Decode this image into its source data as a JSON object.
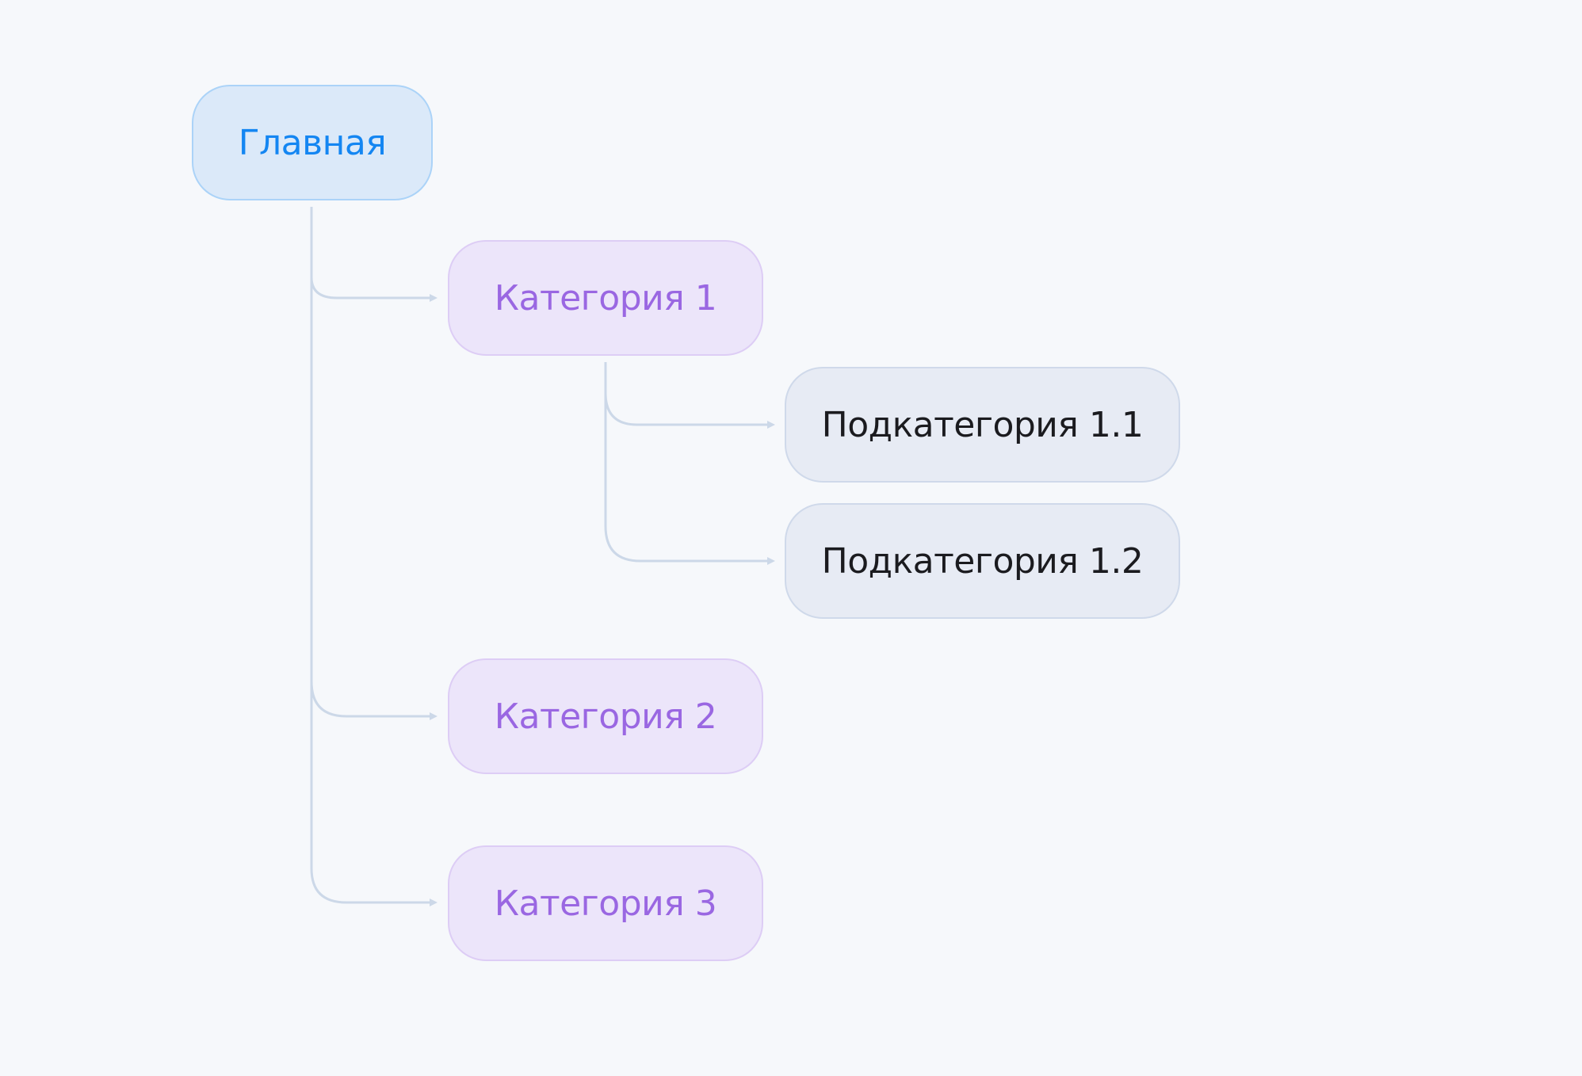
{
  "diagram": {
    "type": "sitemap-tree",
    "colors": {
      "background": "#F6F8FB",
      "connector": "#CCD8E8",
      "root_text": "#1486F2",
      "root_fill": "#DBE9F9",
      "category_text": "#9A67E2",
      "category_fill": "#ECE5FA",
      "subcategory_text": "#1B1B1F",
      "subcategory_fill": "#E7EBF4"
    },
    "root": {
      "label": "Главная"
    },
    "categories": [
      {
        "label": "Категория 1",
        "children": [
          {
            "label": "Подкатегория 1.1"
          },
          {
            "label": "Подкатегория 1.2"
          }
        ]
      },
      {
        "label": "Категория 2",
        "children": []
      },
      {
        "label": "Категория 3",
        "children": []
      }
    ]
  }
}
